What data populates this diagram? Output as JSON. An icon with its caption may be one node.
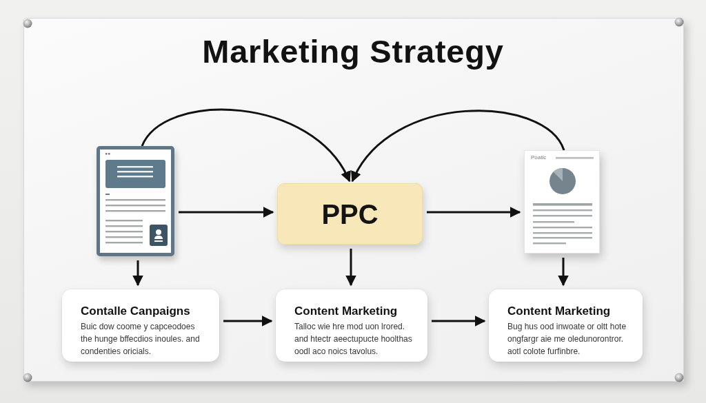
{
  "diagram": {
    "title": "Marketing Strategy",
    "nodes": [
      {
        "text": [],
        "shape": "picture"
      },
      {
        "text": [
          "PPC"
        ]
      },
      {
        "text": [],
        "shape": "picture"
      },
      {
        "text": [
          "Contalle Canpaigns",
          "Buic dow coome y capceodoes the hunge bffecdios inoules. and condenties oricials."
        ]
      },
      {
        "text": [
          "Content Marketing",
          "Talloc wie hre mod uon lrored. and htectr aeectupucte hoolthas oodl aco noics tavolus."
        ]
      },
      {
        "text": [
          "Content Marketing",
          "Bug hus ood inwoate or oltt hote ongfargr aie me oledunorontror. aotl colote furfinbre."
        ]
      }
    ],
    "edges": [
      {
        "from": 0,
        "to": 1,
        "arrow": "to"
      },
      {
        "from": 2,
        "to": 1,
        "arrow": "to"
      },
      {
        "from": 0,
        "to": 1,
        "arrow": "to"
      },
      {
        "from": 1,
        "to": 2,
        "arrow": "to"
      },
      {
        "from": 0,
        "to": 3,
        "arrow": "to"
      },
      {
        "from": 1,
        "to": 4,
        "arrow": "to"
      },
      {
        "from": 2,
        "to": 5,
        "arrow": "to"
      },
      {
        "from": 3,
        "to": 4,
        "arrow": "to"
      },
      {
        "from": 4,
        "to": 5,
        "arrow": "to"
      }
    ],
    "labels": [
      "Poatic"
    ]
  }
}
